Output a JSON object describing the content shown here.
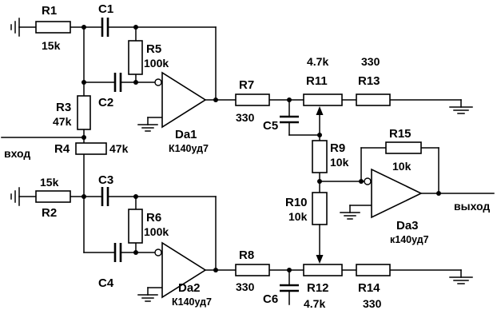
{
  "colors": {
    "ink": "#000000",
    "background": "#ffffff"
  },
  "io": {
    "input": "вход",
    "output": "выход"
  },
  "opamps": {
    "da1": {
      "name": "Da1",
      "part": "К140уд7"
    },
    "da2": {
      "name": "Da2",
      "part": "К140уд7"
    },
    "da3": {
      "name": "Da3",
      "part": "к140уд7"
    }
  },
  "resistors": {
    "r1": {
      "name": "R1",
      "value": "15k"
    },
    "r2": {
      "name": "R2",
      "value": "15k"
    },
    "r3": {
      "name": "R3",
      "value": "47k"
    },
    "r4": {
      "name": "R4",
      "value": "47k"
    },
    "r5": {
      "name": "R5",
      "value": "100k"
    },
    "r6": {
      "name": "R6",
      "value": "100k"
    },
    "r7": {
      "name": "R7",
      "value": "330"
    },
    "r8": {
      "name": "R8",
      "value": "330"
    },
    "r9": {
      "name": "R9",
      "value": "10k"
    },
    "r10": {
      "name": "R10",
      "value": "10k"
    },
    "r11": {
      "name": "R11",
      "value": "4.7k"
    },
    "r12": {
      "name": "R12",
      "value": "4.7k"
    },
    "r13": {
      "name": "R13",
      "value": "330"
    },
    "r14": {
      "name": "R14",
      "value": "330"
    },
    "r15": {
      "name": "R15",
      "value": "10k"
    }
  },
  "capacitors": {
    "c1": {
      "name": "C1"
    },
    "c2": {
      "name": "C2"
    },
    "c3": {
      "name": "C3"
    },
    "c4": {
      "name": "C4"
    },
    "c5": {
      "name": "C5"
    },
    "c6": {
      "name": "C6"
    }
  }
}
